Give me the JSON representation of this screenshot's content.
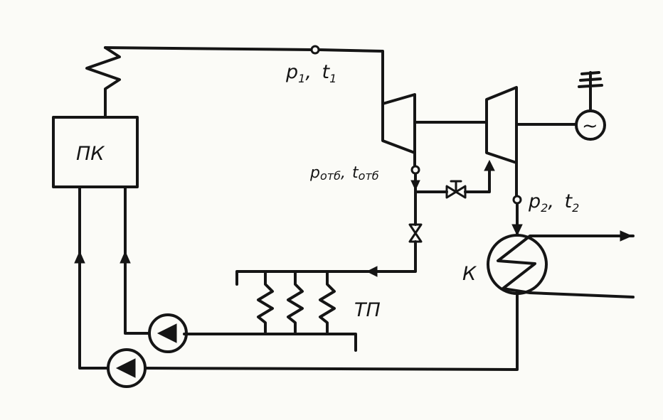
{
  "labels": {
    "boiler": "ПК",
    "heater": "ТП",
    "condenser": "К",
    "inlet_p": "p",
    "inlet_p_sub": "1",
    "inlet_t": "t",
    "inlet_t_sub": "1",
    "extraction_p": "p",
    "extraction_p_sub": "отб",
    "extraction_t": "t",
    "extraction_t_sub": "отб",
    "exhaust_p": "p",
    "exhaust_p_sub": "2",
    "exhaust_t": "t",
    "exhaust_t_sub": "2",
    "separator": ","
  },
  "generator_symbol": "~",
  "colors": {
    "ink": "#151515",
    "paper": "#fbfbf7"
  }
}
